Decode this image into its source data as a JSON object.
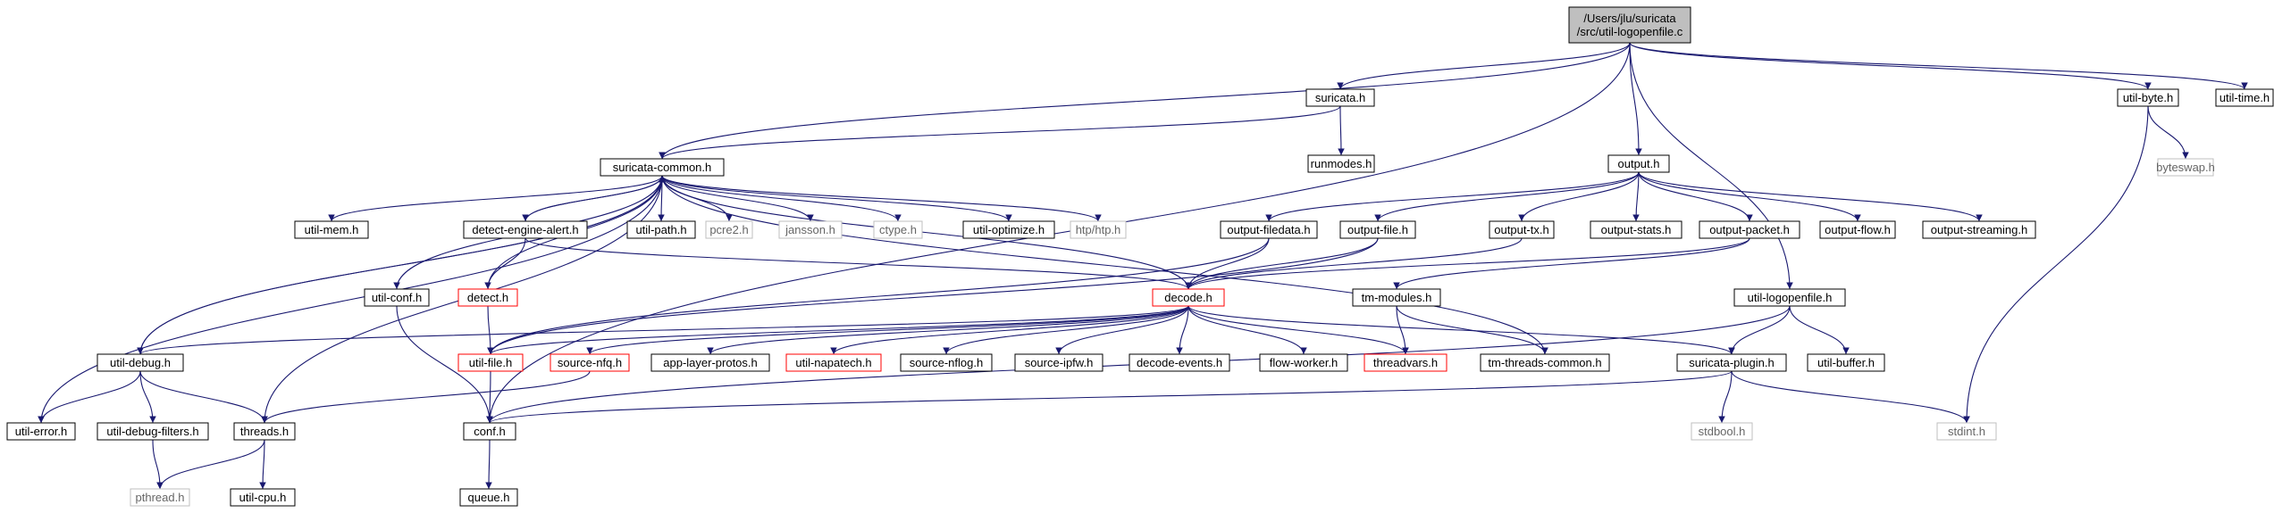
{
  "colors": {
    "edge": "#191970",
    "node_border": "#000000",
    "node_border_red": "#ff0000",
    "node_border_grey": "#bfbfbf",
    "root_fill": "#bfbfbf"
  },
  "nodes": [
    {
      "id": "root",
      "lines": [
        "/Users/jlu/suricata",
        "/src/util-logopenfile.c"
      ],
      "style": "root"
    },
    {
      "id": "suricata_h",
      "lines": [
        "suricata.h"
      ],
      "style": "normal"
    },
    {
      "id": "util_byte_h",
      "lines": [
        "util-byte.h"
      ],
      "style": "normal"
    },
    {
      "id": "util_time_h",
      "lines": [
        "util-time.h"
      ],
      "style": "normal"
    },
    {
      "id": "suricata_common_h",
      "lines": [
        "suricata-common.h"
      ],
      "style": "normal"
    },
    {
      "id": "runmodes_h",
      "lines": [
        "runmodes.h"
      ],
      "style": "normal"
    },
    {
      "id": "output_h",
      "lines": [
        "output.h"
      ],
      "style": "normal"
    },
    {
      "id": "byteswap_h",
      "lines": [
        "byteswap.h"
      ],
      "style": "grey"
    },
    {
      "id": "util_mem_h",
      "lines": [
        "util-mem.h"
      ],
      "style": "normal"
    },
    {
      "id": "detect_engine_alert_h",
      "lines": [
        "detect-engine-alert.h"
      ],
      "style": "normal"
    },
    {
      "id": "util_path_h",
      "lines": [
        "util-path.h"
      ],
      "style": "normal"
    },
    {
      "id": "pcre2_h",
      "lines": [
        "pcre2.h"
      ],
      "style": "grey"
    },
    {
      "id": "jansson_h",
      "lines": [
        "jansson.h"
      ],
      "style": "grey"
    },
    {
      "id": "ctype_h",
      "lines": [
        "ctype.h"
      ],
      "style": "grey"
    },
    {
      "id": "util_optimize_h",
      "lines": [
        "util-optimize.h"
      ],
      "style": "normal"
    },
    {
      "id": "htp_htp_h",
      "lines": [
        "htp/htp.h"
      ],
      "style": "grey"
    },
    {
      "id": "output_filedata_h",
      "lines": [
        "output-filedata.h"
      ],
      "style": "normal"
    },
    {
      "id": "output_file_h",
      "lines": [
        "output-file.h"
      ],
      "style": "normal"
    },
    {
      "id": "output_tx_h",
      "lines": [
        "output-tx.h"
      ],
      "style": "normal"
    },
    {
      "id": "output_stats_h",
      "lines": [
        "output-stats.h"
      ],
      "style": "normal"
    },
    {
      "id": "output_packet_h",
      "lines": [
        "output-packet.h"
      ],
      "style": "normal"
    },
    {
      "id": "output_flow_h",
      "lines": [
        "output-flow.h"
      ],
      "style": "normal"
    },
    {
      "id": "output_streaming_h",
      "lines": [
        "output-streaming.h"
      ],
      "style": "normal"
    },
    {
      "id": "util_conf_h",
      "lines": [
        "util-conf.h"
      ],
      "style": "normal"
    },
    {
      "id": "detect_h",
      "lines": [
        "detect.h"
      ],
      "style": "red"
    },
    {
      "id": "decode_h",
      "lines": [
        "decode.h"
      ],
      "style": "red"
    },
    {
      "id": "tm_modules_h",
      "lines": [
        "tm-modules.h"
      ],
      "style": "normal"
    },
    {
      "id": "util_logopenfile_h",
      "lines": [
        "util-logopenfile.h"
      ],
      "style": "normal"
    },
    {
      "id": "util_debug_h",
      "lines": [
        "util-debug.h"
      ],
      "style": "normal"
    },
    {
      "id": "util_file_h",
      "lines": [
        "util-file.h"
      ],
      "style": "red"
    },
    {
      "id": "source_nfq_h",
      "lines": [
        "source-nfq.h"
      ],
      "style": "red"
    },
    {
      "id": "app_layer_protos_h",
      "lines": [
        "app-layer-protos.h"
      ],
      "style": "normal"
    },
    {
      "id": "util_napatech_h",
      "lines": [
        "util-napatech.h"
      ],
      "style": "red"
    },
    {
      "id": "source_nflog_h",
      "lines": [
        "source-nflog.h"
      ],
      "style": "normal"
    },
    {
      "id": "source_ipfw_h",
      "lines": [
        "source-ipfw.h"
      ],
      "style": "normal"
    },
    {
      "id": "decode_events_h",
      "lines": [
        "decode-events.h"
      ],
      "style": "normal"
    },
    {
      "id": "flow_worker_h",
      "lines": [
        "flow-worker.h"
      ],
      "style": "normal"
    },
    {
      "id": "threadvars_h",
      "lines": [
        "threadvars.h"
      ],
      "style": "red"
    },
    {
      "id": "tm_threads_common_h",
      "lines": [
        "tm-threads-common.h"
      ],
      "style": "normal"
    },
    {
      "id": "suricata_plugin_h",
      "lines": [
        "suricata-plugin.h"
      ],
      "style": "normal"
    },
    {
      "id": "util_buffer_h",
      "lines": [
        "util-buffer.h"
      ],
      "style": "normal"
    },
    {
      "id": "util_error_h",
      "lines": [
        "util-error.h"
      ],
      "style": "normal"
    },
    {
      "id": "util_debug_filters_h",
      "lines": [
        "util-debug-filters.h"
      ],
      "style": "normal"
    },
    {
      "id": "threads_h",
      "lines": [
        "threads.h"
      ],
      "style": "normal"
    },
    {
      "id": "conf_h",
      "lines": [
        "conf.h"
      ],
      "style": "normal"
    },
    {
      "id": "stdbool_h",
      "lines": [
        "stdbool.h"
      ],
      "style": "grey"
    },
    {
      "id": "stdint_h",
      "lines": [
        "stdint.h"
      ],
      "style": "grey"
    },
    {
      "id": "pthread_h",
      "lines": [
        "pthread.h"
      ],
      "style": "grey"
    },
    {
      "id": "util_cpu_h",
      "lines": [
        "util-cpu.h"
      ],
      "style": "normal"
    },
    {
      "id": "queue_h",
      "lines": [
        "queue.h"
      ],
      "style": "normal"
    }
  ],
  "edges": [
    [
      "root",
      "suricata_h"
    ],
    [
      "root",
      "suricata_common_h"
    ],
    [
      "root",
      "conf_h"
    ],
    [
      "root",
      "output_h"
    ],
    [
      "root",
      "util_byte_h"
    ],
    [
      "root",
      "util_time_h"
    ],
    [
      "root",
      "util_logopenfile_h"
    ],
    [
      "suricata_h",
      "suricata_common_h"
    ],
    [
      "suricata_h",
      "runmodes_h"
    ],
    [
      "util_byte_h",
      "byteswap_h"
    ],
    [
      "util_byte_h",
      "stdint_h"
    ],
    [
      "suricata_common_h",
      "util_mem_h"
    ],
    [
      "suricata_common_h",
      "detect_engine_alert_h"
    ],
    [
      "suricata_common_h",
      "util_path_h"
    ],
    [
      "suricata_common_h",
      "pcre2_h"
    ],
    [
      "suricata_common_h",
      "jansson_h"
    ],
    [
      "suricata_common_h",
      "ctype_h"
    ],
    [
      "suricata_common_h",
      "util_optimize_h"
    ],
    [
      "suricata_common_h",
      "htp_htp_h"
    ],
    [
      "suricata_common_h",
      "util_conf_h"
    ],
    [
      "suricata_common_h",
      "util_debug_h"
    ],
    [
      "suricata_common_h",
      "util_error_h"
    ],
    [
      "suricata_common_h",
      "threads_h"
    ],
    [
      "suricata_common_h",
      "tm_threads_common_h"
    ],
    [
      "output_h",
      "output_filedata_h"
    ],
    [
      "output_h",
      "output_file_h"
    ],
    [
      "output_h",
      "output_tx_h"
    ],
    [
      "output_h",
      "output_stats_h"
    ],
    [
      "output_h",
      "output_packet_h"
    ],
    [
      "output_h",
      "output_flow_h"
    ],
    [
      "output_h",
      "output_streaming_h"
    ],
    [
      "detect_engine_alert_h",
      "suricata_common_h"
    ],
    [
      "detect_engine_alert_h",
      "detect_h"
    ],
    [
      "detect_engine_alert_h",
      "decode_h"
    ],
    [
      "output_filedata_h",
      "decode_h"
    ],
    [
      "output_filedata_h",
      "util_file_h"
    ],
    [
      "output_file_h",
      "decode_h"
    ],
    [
      "output_file_h",
      "util_file_h"
    ],
    [
      "output_tx_h",
      "decode_h"
    ],
    [
      "output_packet_h",
      "decode_h"
    ],
    [
      "output_packet_h",
      "tm_modules_h"
    ],
    [
      "util_conf_h",
      "conf_h"
    ],
    [
      "detect_h",
      "suricata_common_h"
    ],
    [
      "detect_h",
      "util_file_h"
    ],
    [
      "decode_h",
      "suricata_common_h"
    ],
    [
      "decode_h",
      "util_debug_h"
    ],
    [
      "decode_h",
      "util_file_h"
    ],
    [
      "decode_h",
      "source_nfq_h"
    ],
    [
      "decode_h",
      "app_layer_protos_h"
    ],
    [
      "decode_h",
      "util_napatech_h"
    ],
    [
      "decode_h",
      "source_nflog_h"
    ],
    [
      "decode_h",
      "source_ipfw_h"
    ],
    [
      "decode_h",
      "decode_events_h"
    ],
    [
      "decode_h",
      "flow_worker_h"
    ],
    [
      "decode_h",
      "threadvars_h"
    ],
    [
      "decode_h",
      "suricata_plugin_h"
    ],
    [
      "tm_modules_h",
      "threadvars_h"
    ],
    [
      "tm_modules_h",
      "tm_threads_common_h"
    ],
    [
      "util_logopenfile_h",
      "suricata_plugin_h"
    ],
    [
      "util_logopenfile_h",
      "util_buffer_h"
    ],
    [
      "util_logopenfile_h",
      "conf_h"
    ],
    [
      "util_debug_h",
      "suricata_common_h"
    ],
    [
      "util_debug_h",
      "util_error_h"
    ],
    [
      "util_debug_h",
      "util_debug_filters_h"
    ],
    [
      "util_debug_h",
      "threads_h"
    ],
    [
      "util_file_h",
      "conf_h"
    ],
    [
      "source_nfq_h",
      "threads_h"
    ],
    [
      "suricata_plugin_h",
      "conf_h"
    ],
    [
      "suricata_plugin_h",
      "stdbool_h"
    ],
    [
      "suricata_plugin_h",
      "stdint_h"
    ],
    [
      "util_debug_filters_h",
      "pthread_h"
    ],
    [
      "threads_h",
      "pthread_h"
    ],
    [
      "threads_h",
      "util_cpu_h"
    ],
    [
      "conf_h",
      "queue_h"
    ]
  ]
}
